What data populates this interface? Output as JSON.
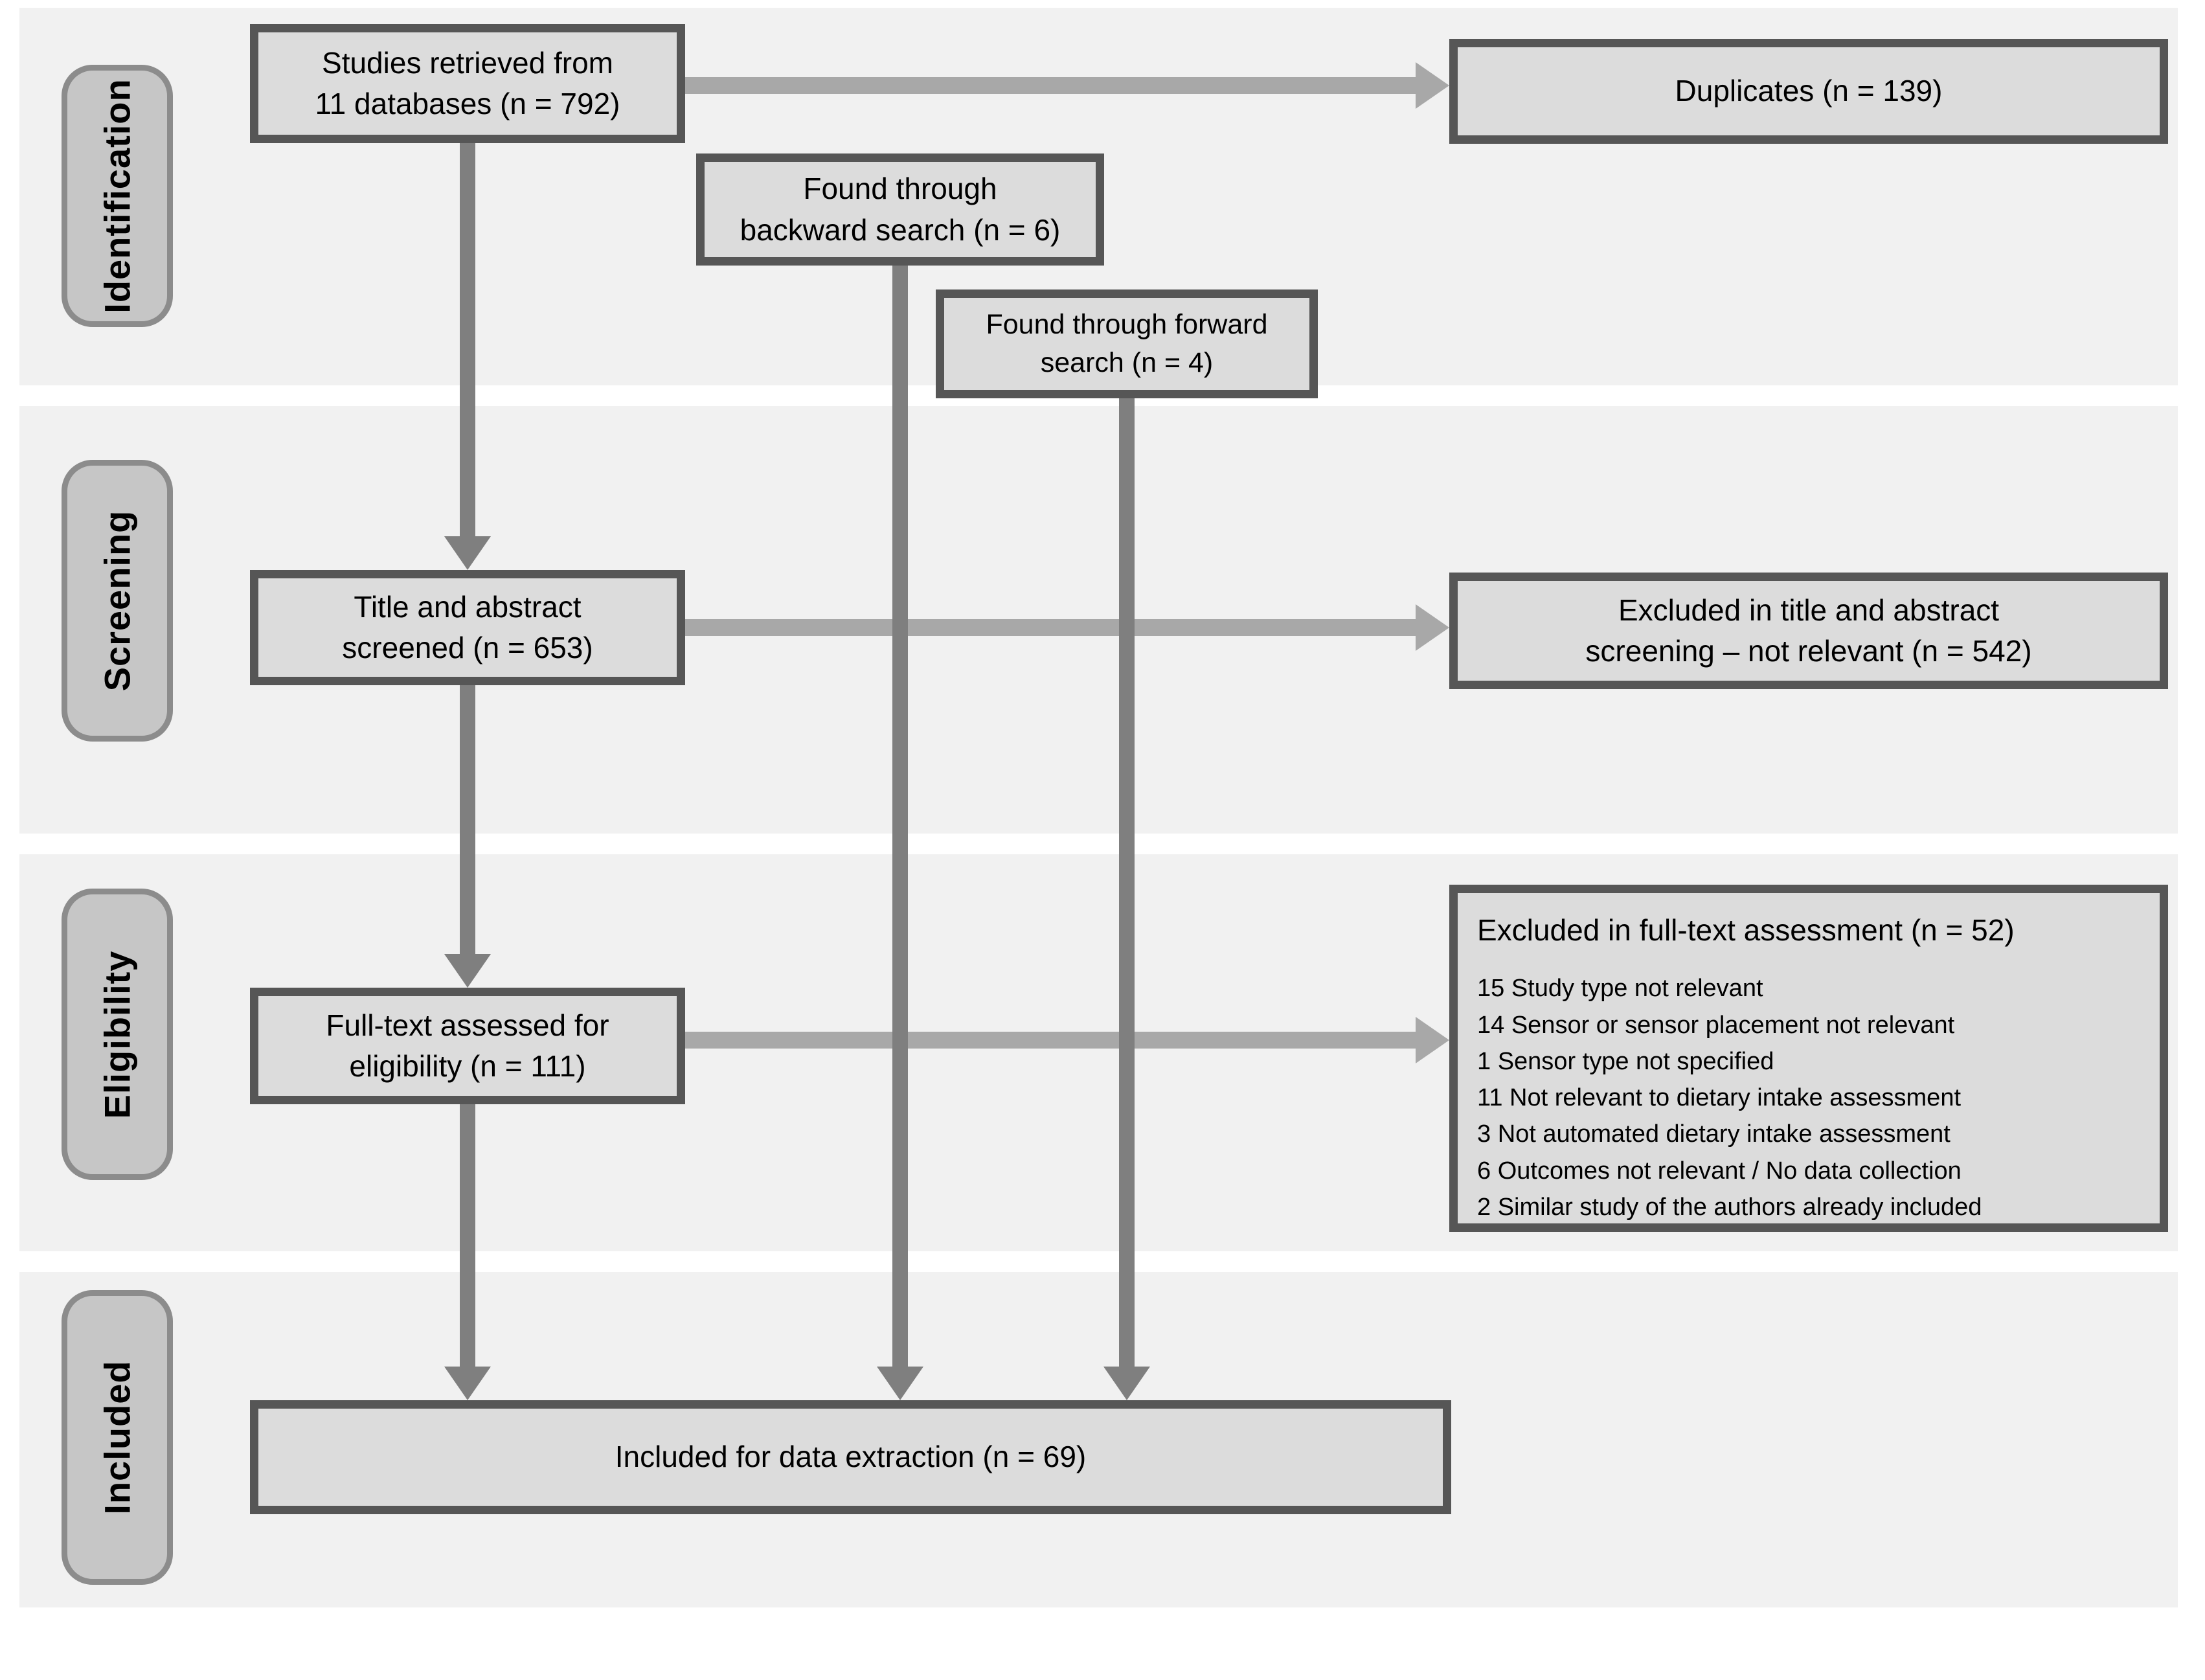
{
  "phases": [
    {
      "label": "Identification"
    },
    {
      "label": "Screening"
    },
    {
      "label": "Eligibility"
    },
    {
      "label": "Included"
    }
  ],
  "boxes": {
    "studies": {
      "line1": "Studies retrieved from",
      "line2": "11 databases (n = 792)"
    },
    "duplicates": {
      "line1": "Duplicates (n = 139)"
    },
    "backward": {
      "line1": "Found through",
      "line2": "backward search (n = 6)"
    },
    "forward": {
      "line1": "Found through forward",
      "line2": "search (n = 4)"
    },
    "title_screened": {
      "line1": "Title and abstract",
      "line2": "screened (n = 653)"
    },
    "excluded_title": {
      "line1": "Excluded in title and abstract",
      "line2": "screening – not relevant (n = 542)"
    },
    "fulltext": {
      "line1": "Full-text assessed for",
      "line2": "eligibility (n = 111)"
    },
    "excluded_fulltext": {
      "header": "Excluded in full-text assessment (n = 52)",
      "items": [
        "15 Study type not relevant",
        "14 Sensor or sensor placement not relevant",
        "1 Sensor type not specified",
        "11 Not relevant to dietary intake assessment",
        "3 Not automated dietary intake assessment",
        "6 Outcomes not relevant / No data collection",
        "2 Similar study of the authors already included"
      ]
    },
    "included": {
      "line1": "Included for data extraction (n = 69)"
    }
  },
  "colors": {
    "band_background": "#f1f1f1",
    "box_fill": "#dcdcdc",
    "box_border": "#565656",
    "phase_fill": "#c6c6c6",
    "phase_border": "#8c8c8c",
    "arrow_horizontal": "#a8a8a8",
    "arrow_vertical": "#7f7f7f",
    "text": "#000000"
  }
}
